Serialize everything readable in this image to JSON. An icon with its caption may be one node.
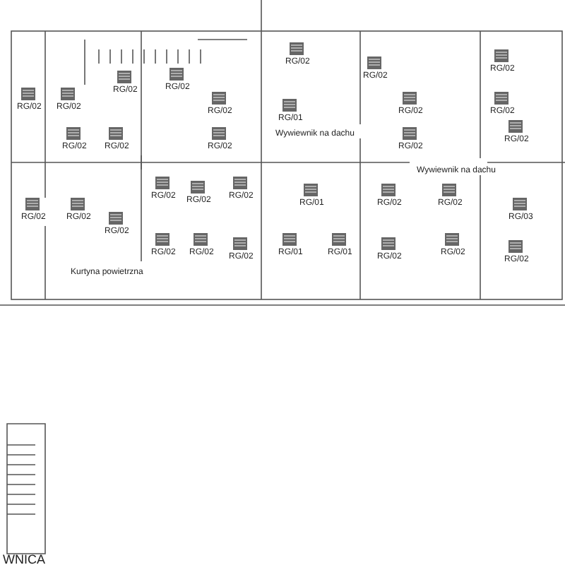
{
  "diagram": {
    "labels": [
      "RG/02",
      "RG/02",
      "RG/02",
      "RG/02",
      "RG/02",
      "RG/02",
      "RG/02",
      "RG/02",
      "RG/02",
      "RG/02",
      "RG/02",
      "RG/02",
      "RG/02",
      "RG/02",
      "RG/02",
      "RG/02",
      "RG/02",
      "RG/02",
      "RG/02",
      "RG/02",
      "RG/02",
      "RG/02",
      "RG/01",
      "RG/02",
      "RG/02",
      "RG/01",
      "RG/02",
      "RG/02",
      "RG/03",
      "RG/01",
      "RG/01",
      "RG/02",
      "RG/02",
      "RG/02",
      "Wywiewnik na dachu",
      "Wywiewnik na dachu",
      "Kurtyna powietrzna",
      "WNICA"
    ]
  }
}
